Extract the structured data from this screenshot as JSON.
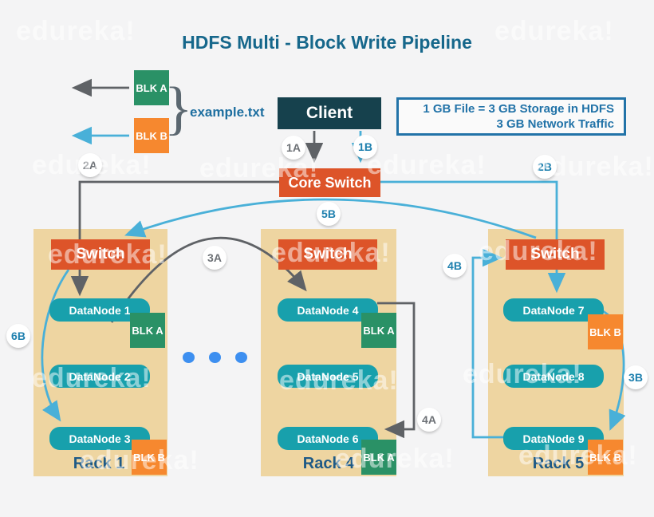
{
  "title": "HDFS Multi - Block Write Pipeline",
  "watermark": "edureka!",
  "source_file": {
    "filename": "example.txt",
    "brace": "}",
    "blocks": [
      {
        "label": "BLK A"
      },
      {
        "label": "BLK B"
      }
    ]
  },
  "client": {
    "label": "Client"
  },
  "info_box": {
    "line1": "1 GB File = 3 GB Storage in HDFS",
    "line2": "3 GB Network Traffic"
  },
  "core_switch": {
    "label": "Core Switch"
  },
  "steps": {
    "1A": "1A",
    "1B": "1B",
    "2A": "2A",
    "2B": "2B",
    "3A": "3A",
    "3B": "3B",
    "4A": "4A",
    "4B": "4B",
    "5B": "5B",
    "6B": "6B"
  },
  "racks": [
    {
      "name": "Rack 1",
      "switch": "Switch",
      "nodes": [
        "DataNode 1",
        "DataNode 2",
        "DataNode 3"
      ],
      "badges": [
        {
          "node": "DataNode 1",
          "label": "BLK A",
          "color": "#2a9166"
        },
        {
          "node": "DataNode 3",
          "label": "BLK B",
          "color": "#f6882f"
        }
      ]
    },
    {
      "name": "Rack 4",
      "switch": "Switch",
      "nodes": [
        "DataNode 4",
        "DataNode 5",
        "DataNode 6"
      ],
      "badges": [
        {
          "node": "DataNode 4",
          "label": "BLK A",
          "color": "#2a9166"
        },
        {
          "node": "DataNode 6",
          "label": "BLK A",
          "color": "#2a9166"
        }
      ]
    },
    {
      "name": "Rack 5",
      "switch": "Switch",
      "nodes": [
        "DataNode 7",
        "DataNode 8",
        "DataNode 9"
      ],
      "badges": [
        {
          "node": "DataNode 7",
          "label": "BLK B",
          "color": "#f6882f"
        },
        {
          "node": "DataNode 9",
          "label": "BLK B",
          "color": "#f6882f"
        }
      ]
    }
  ],
  "colors": {
    "background": "#f4f4f5",
    "title_text": "#16678b",
    "client_bg": "#16414d",
    "switch_bg": "#dd5429",
    "datanode_bg": "#18a0ac",
    "block_a_green": "#2a9166",
    "block_b_orange": "#f6882f",
    "rack_bg": "#eed5a1",
    "gray_arrow": "#5f6266",
    "blue_arrow": "#49b0d8",
    "info_blue": "#2273a8",
    "rack_label_blue": "#1f5a86",
    "ellipsis_dot_blue": "#3d8ff0"
  }
}
